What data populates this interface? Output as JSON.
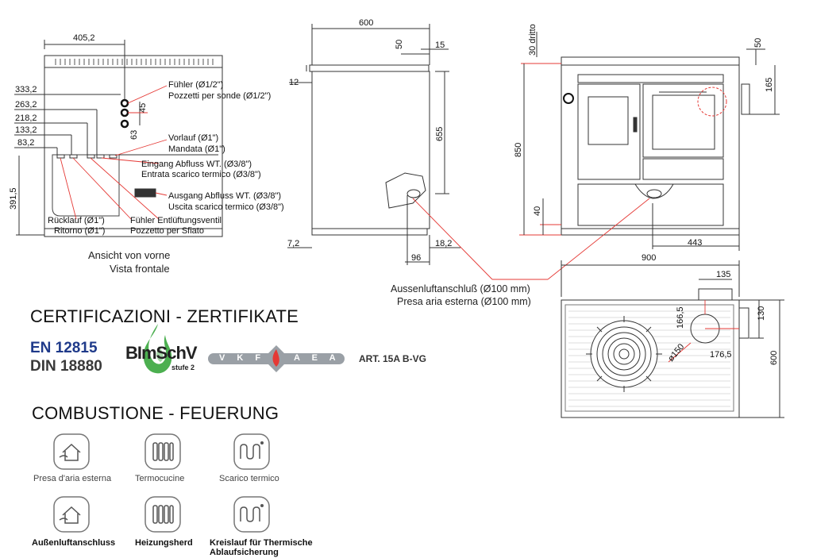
{
  "front_view": {
    "caption_de": "Ansicht von vorne",
    "caption_it": "Vista frontale",
    "width_dim": "405,2",
    "height_dims": [
      "333,2",
      "263,2",
      "218,2",
      "133,2",
      "83,2"
    ],
    "total_height": "391,5",
    "small_dims": [
      "45",
      "63"
    ],
    "callouts": {
      "sensor_de": "Fühler (Ø1/2\")",
      "sensor_it": "Pozzetti per sonde (Ø1/2\")",
      "flow_de": "Vorlauf (Ø1\")",
      "flow_it": "Mandata (Ø1\")",
      "inlet_de": "Eingang Abfluss WT. (Ø3/8\")",
      "inlet_it": "Entrata scarico termico (Ø3/8\")",
      "outlet_de": "Ausgang Abfluss WT. (Ø3/8\")",
      "outlet_it": "Uscita scarico termico (Ø3/8\")",
      "return_de": "Rücklauf (Ø1\")",
      "return_it": "Ritorno (Ø1\")",
      "vent_de": "Fühler  Entlüftungsventil",
      "vent_it": "Pozzetto per Sfiato"
    }
  },
  "side_view": {
    "dims": {
      "width": "600",
      "top_a": "50",
      "top_b": "15",
      "left_top": "12",
      "height": "655",
      "bottom_left": "7,2",
      "bottom_right": "18,2",
      "duct": "96"
    }
  },
  "front_stove": {
    "dims": {
      "top": "30 dritto",
      "right_top": "50",
      "right_side": "165",
      "height": "850",
      "bottom": "40",
      "duct_offset": "443"
    }
  },
  "top_view": {
    "dims": {
      "width": "900",
      "chimney": "135",
      "chimney_side": "130",
      "depth": "600",
      "hole_y": "166,5",
      "hole_x": "176,5",
      "diameter": "ø150"
    }
  },
  "air_intake": {
    "de": "Aussenluftanschluß (Ø100 mm)",
    "it": "Presa aria esterna (Ø100 mm)"
  },
  "certifications": {
    "heading": "CERTIFICAZIONI - ZERTIFIKATE",
    "en": "EN 12815",
    "din": "DIN 18880",
    "bimsch": "BImSchV",
    "bimsch_stage": "stufe 2",
    "vkf_left": "V K F",
    "vkf_right": "A E A I",
    "art": "ART. 15A B-VG",
    "colors": {
      "en_blue": "#1f3a8a",
      "flame_green": "#4caf50",
      "vkf_red": "#e53935",
      "vkf_grey": "#9aa0a6"
    }
  },
  "combustion": {
    "heading": "COMBUSTIONE - FEUERUNG",
    "icons": [
      {
        "icon": "house-intake-icon",
        "it": "Presa d'aria esterna",
        "de": "Außenluftanschluss"
      },
      {
        "icon": "radiator-icon",
        "it": "Termocucine",
        "de": "Heizungsherd"
      },
      {
        "icon": "coil-icon",
        "it": "Scarico termico",
        "de": "Kreislauf für Thermische Ablaufsicherung"
      }
    ]
  }
}
